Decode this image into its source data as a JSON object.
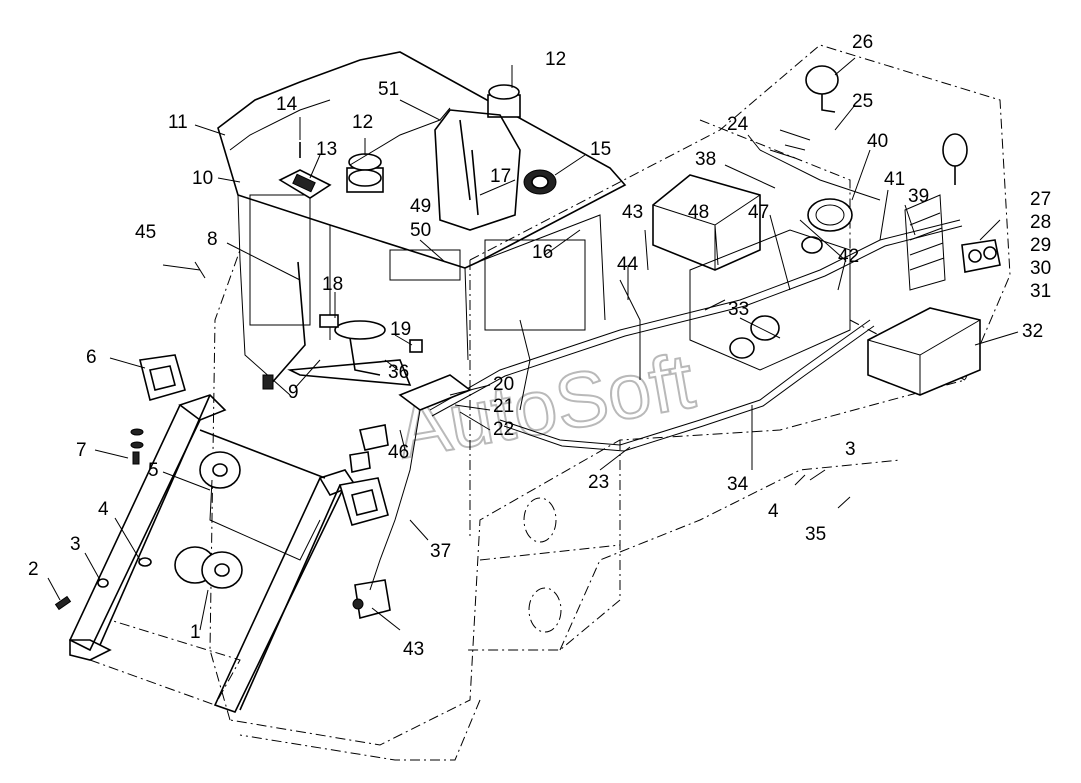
{
  "callouts": [
    {
      "id": "c1",
      "label": "1"
    },
    {
      "id": "c2",
      "label": "2"
    },
    {
      "id": "c3a",
      "label": "3"
    },
    {
      "id": "c3b",
      "label": "3"
    },
    {
      "id": "c4a",
      "label": "4"
    },
    {
      "id": "c4b",
      "label": "4"
    },
    {
      "id": "c5",
      "label": "5"
    },
    {
      "id": "c6",
      "label": "6"
    },
    {
      "id": "c7",
      "label": "7"
    },
    {
      "id": "c8",
      "label": "8"
    },
    {
      "id": "c9",
      "label": "9"
    },
    {
      "id": "c10",
      "label": "10"
    },
    {
      "id": "c11",
      "label": "11"
    },
    {
      "id": "c12a",
      "label": "12"
    },
    {
      "id": "c12b",
      "label": "12"
    },
    {
      "id": "c13",
      "label": "13"
    },
    {
      "id": "c14",
      "label": "14"
    },
    {
      "id": "c15",
      "label": "15"
    },
    {
      "id": "c16",
      "label": "16"
    },
    {
      "id": "c17",
      "label": "17"
    },
    {
      "id": "c18",
      "label": "18"
    },
    {
      "id": "c19",
      "label": "19"
    },
    {
      "id": "c20",
      "label": "20"
    },
    {
      "id": "c21",
      "label": "21"
    },
    {
      "id": "c22",
      "label": "22"
    },
    {
      "id": "c23",
      "label": "23"
    },
    {
      "id": "c24",
      "label": "24"
    },
    {
      "id": "c25",
      "label": "25"
    },
    {
      "id": "c26",
      "label": "26"
    },
    {
      "id": "c27",
      "label": "27"
    },
    {
      "id": "c28",
      "label": "28"
    },
    {
      "id": "c29",
      "label": "29"
    },
    {
      "id": "c30",
      "label": "30"
    },
    {
      "id": "c31",
      "label": "31"
    },
    {
      "id": "c32",
      "label": "32"
    },
    {
      "id": "c33",
      "label": "33"
    },
    {
      "id": "c34",
      "label": "34"
    },
    {
      "id": "c35",
      "label": "35"
    },
    {
      "id": "c36",
      "label": "36"
    },
    {
      "id": "c37",
      "label": "37"
    },
    {
      "id": "c38",
      "label": "38"
    },
    {
      "id": "c39",
      "label": "39"
    },
    {
      "id": "c40",
      "label": "40"
    },
    {
      "id": "c41",
      "label": "41"
    },
    {
      "id": "c42",
      "label": "42"
    },
    {
      "id": "c43a",
      "label": "43"
    },
    {
      "id": "c43b",
      "label": "43"
    },
    {
      "id": "c44",
      "label": "44"
    },
    {
      "id": "c45",
      "label": "45"
    },
    {
      "id": "c46",
      "label": "46"
    },
    {
      "id": "c47",
      "label": "47"
    },
    {
      "id": "c48",
      "label": "48"
    },
    {
      "id": "c49",
      "label": "49"
    },
    {
      "id": "c50",
      "label": "50"
    },
    {
      "id": "c51",
      "label": "51"
    }
  ],
  "watermark": "AutoSoft"
}
